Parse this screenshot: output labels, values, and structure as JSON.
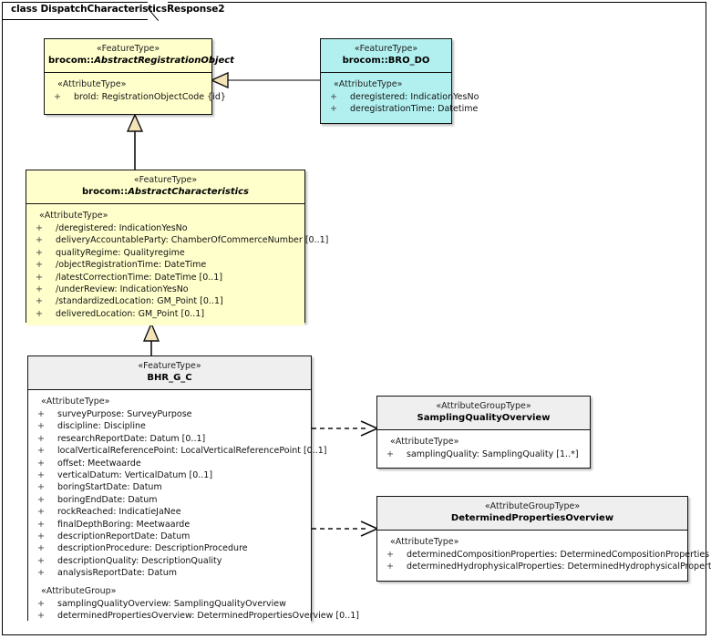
{
  "diagram": {
    "frame_title": "class DispatchCharacteristicsResponse2",
    "colors": {
      "feature_type_fill": "#FFFFCC",
      "bro_do_fill": "#B2F0F0",
      "plain_header_fill": "#EFEFEF",
      "plain_body_fill": "#FFFFFF",
      "border": "#111111",
      "connector": "#333333"
    }
  },
  "classes": {
    "abstract_registration_object": {
      "stereotype": "«FeatureType»",
      "namespace": "brocom::",
      "name": "AbstractRegistrationObject",
      "group_label": "«AttributeType»",
      "attributes": [
        {
          "vis": "+",
          "text": "broId: RegistrationObjectCode {id}"
        }
      ]
    },
    "bro_do": {
      "stereotype": "«FeatureType»",
      "namespace": "brocom::",
      "name": "BRO_DO",
      "group_label": "«AttributeType»",
      "attributes": [
        {
          "vis": "+",
          "text": "deregistered: IndicationYesNo"
        },
        {
          "vis": "+",
          "text": "deregistrationTime: Datetime"
        }
      ]
    },
    "abstract_characteristics": {
      "stereotype": "«FeatureType»",
      "namespace": "brocom::",
      "name": "AbstractCharacteristics",
      "group_label": "«AttributeType»",
      "attributes": [
        {
          "vis": "+",
          "text": "/deregistered: IndicationYesNo"
        },
        {
          "vis": "+",
          "text": "deliveryAccountableParty: ChamberOfCommerceNumber [0..1]"
        },
        {
          "vis": "+",
          "text": "qualityRegime: Qualityregime"
        },
        {
          "vis": "+",
          "text": "/objectRegistrationTime: DateTime"
        },
        {
          "vis": "+",
          "text": "/latestCorrectionTime: DateTime [0..1]"
        },
        {
          "vis": "+",
          "text": "/underReview: IndicationYesNo"
        },
        {
          "vis": "+",
          "text": "/standardizedLocation: GM_Point [0..1]"
        },
        {
          "vis": "+",
          "text": "deliveredLocation: GM_Point [0..1]"
        }
      ]
    },
    "bhr_g_c": {
      "stereotype": "«FeatureType»",
      "namespace": "",
      "name": "BHR_G_C",
      "group_label": "«AttributeType»",
      "attributes": [
        {
          "vis": "+",
          "text": "surveyPurpose: SurveyPurpose"
        },
        {
          "vis": "+",
          "text": "discipline: Discipline"
        },
        {
          "vis": "+",
          "text": "researchReportDate: Datum [0..1]"
        },
        {
          "vis": "+",
          "text": "localVerticalReferencePoint: LocalVerticalReferencePoint [0..1]"
        },
        {
          "vis": "+",
          "text": "offset: Meetwaarde"
        },
        {
          "vis": "+",
          "text": "verticalDatum: VerticalDatum [0..1]"
        },
        {
          "vis": "+",
          "text": "boringStartDate: Datum"
        },
        {
          "vis": "+",
          "text": "boringEndDate: Datum"
        },
        {
          "vis": "+",
          "text": "rockReached: IndicatieJaNee"
        },
        {
          "vis": "+",
          "text": "finalDepthBoring: Meetwaarde"
        },
        {
          "vis": "+",
          "text": "descriptionReportDate: Datum"
        },
        {
          "vis": "+",
          "text": "descriptionProcedure: DescriptionProcedure"
        },
        {
          "vis": "+",
          "text": "descriptionQuality: DescriptionQuality"
        },
        {
          "vis": "+",
          "text": "analysisReportDate: Datum"
        }
      ],
      "group2_label": "«AttributeGroup»",
      "attributes2": [
        {
          "vis": "+",
          "text": "samplingQualityOverview: SamplingQualityOverview"
        },
        {
          "vis": "+",
          "text": "determinedPropertiesOverview: DeterminedPropertiesOverview [0..1]"
        }
      ]
    },
    "sampling_quality_overview": {
      "stereotype": "«AttributeGroupType»",
      "namespace": "",
      "name": "SamplingQualityOverview",
      "group_label": "«AttributeType»",
      "attributes": [
        {
          "vis": "+",
          "text": "samplingQuality: SamplingQuality [1..*]"
        }
      ]
    },
    "determined_properties_overview": {
      "stereotype": "«AttributeGroupType»",
      "namespace": "",
      "name": "DeterminedPropertiesOverview",
      "group_label": "«AttributeType»",
      "attributes": [
        {
          "vis": "+",
          "text": "determinedCompositionProperties: DeterminedCompositionProperties"
        },
        {
          "vis": "+",
          "text": "determinedHydrophysicalProperties: DeterminedHydrophysicalProperties"
        }
      ]
    }
  },
  "connectors": [
    {
      "name": "generalization-bro-do-to-abstract-registration-object",
      "kind": "generalization"
    },
    {
      "name": "generalization-abstract-characteristics-to-abstract-registration-object",
      "kind": "generalization"
    },
    {
      "name": "generalization-bhr-g-c-to-abstract-characteristics",
      "kind": "generalization"
    },
    {
      "name": "dependency-bhr-g-c-to-sampling-quality-overview",
      "kind": "dependency"
    },
    {
      "name": "dependency-bhr-g-c-to-determined-properties-overview",
      "kind": "dependency"
    }
  ]
}
